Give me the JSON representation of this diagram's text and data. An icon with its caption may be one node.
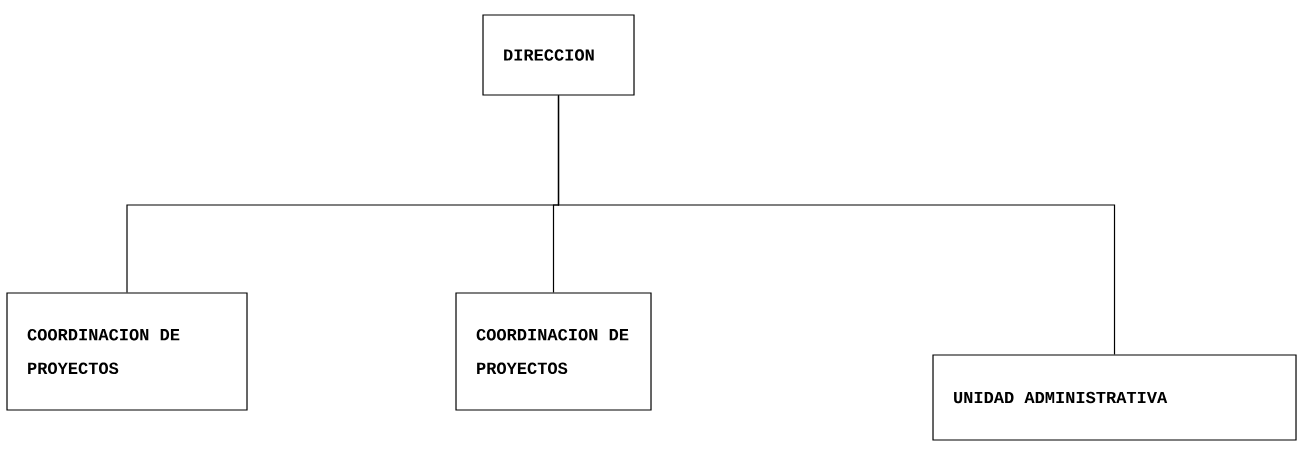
{
  "diagram": {
    "nodes": [
      {
        "text": [
          "DIRECCION"
        ]
      },
      {
        "text": [
          "COORDINACION DE PROYECTOS"
        ]
      },
      {
        "text": [
          "COORDINACION DE PROYECTOS"
        ]
      },
      {
        "text": [
          "UNIDAD ADMINISTRATIVA"
        ]
      }
    ],
    "edges": [
      {
        "from": 0,
        "to": 1,
        "arrow": "none"
      },
      {
        "from": 0,
        "to": 2,
        "arrow": "none"
      },
      {
        "from": 0,
        "to": 3,
        "arrow": "none"
      }
    ]
  }
}
